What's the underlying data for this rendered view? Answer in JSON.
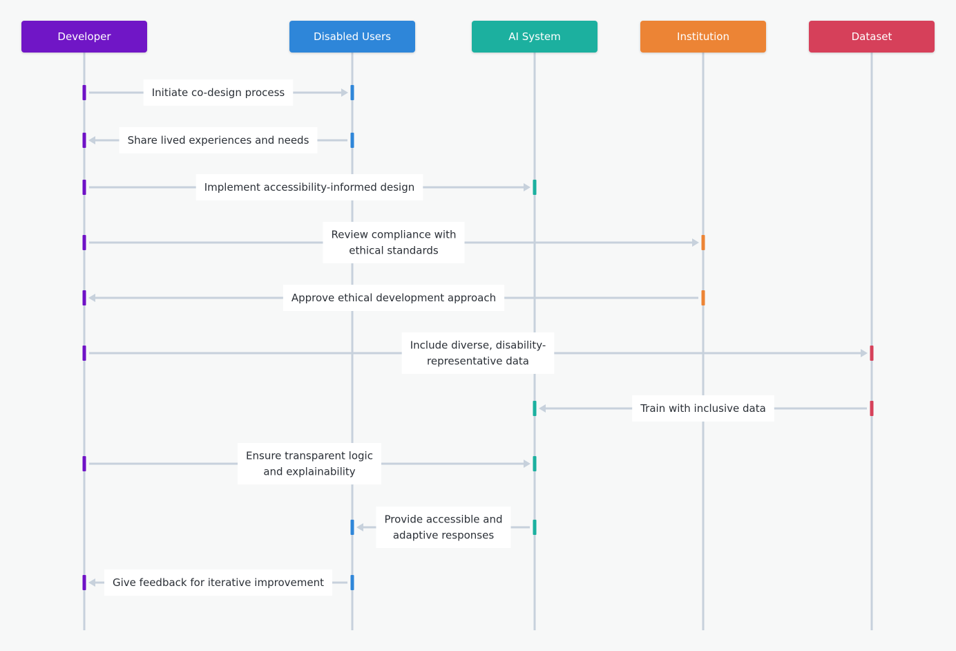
{
  "actors": [
    {
      "id": "developer",
      "label": "Developer",
      "color": "#6f12c6"
    },
    {
      "id": "users",
      "label": "Disabled Users",
      "color": "#2f86d9"
    },
    {
      "id": "ai",
      "label": "AI System",
      "color": "#1bb09f"
    },
    {
      "id": "institution",
      "label": "Institution",
      "color": "#ec8435"
    },
    {
      "id": "dataset",
      "label": "Dataset",
      "color": "#d6415a"
    }
  ],
  "messages": [
    {
      "from": "developer",
      "to": "users",
      "lines": [
        "Initiate co-design process"
      ]
    },
    {
      "from": "users",
      "to": "developer",
      "lines": [
        "Share lived experiences and needs"
      ]
    },
    {
      "from": "developer",
      "to": "ai",
      "lines": [
        "Implement accessibility-informed design"
      ]
    },
    {
      "from": "developer",
      "to": "institution",
      "lines": [
        "Review compliance with",
        "ethical standards"
      ]
    },
    {
      "from": "institution",
      "to": "developer",
      "lines": [
        "Approve ethical development approach"
      ]
    },
    {
      "from": "developer",
      "to": "dataset",
      "lines": [
        "Include diverse, disability-",
        "representative data"
      ]
    },
    {
      "from": "dataset",
      "to": "ai",
      "lines": [
        "Train with inclusive data"
      ]
    },
    {
      "from": "developer",
      "to": "ai",
      "lines": [
        "Ensure transparent logic",
        "and explainability"
      ]
    },
    {
      "from": "ai",
      "to": "users",
      "lines": [
        "Provide accessible and",
        "adaptive responses"
      ]
    },
    {
      "from": "users",
      "to": "developer",
      "lines": [
        "Give feedback for iterative improvement"
      ]
    }
  ]
}
